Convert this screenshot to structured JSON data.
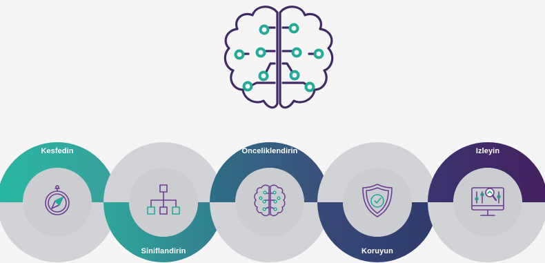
{
  "colors": {
    "background": "#f5f5f6",
    "ring_gray": "#d1d3d6",
    "inner_gray": "#cbcdd0",
    "brain_outline": "#3f2a63",
    "brain_node": "#22ab96",
    "icon_purple": "#6b3c8f",
    "icon_teal": "#22ab96",
    "label_text": "#ffffff"
  },
  "hero": {
    "icon": "brain-circuit-icon"
  },
  "steps": [
    {
      "label": "Kesfedin",
      "label_position": "top",
      "arc_from": "#27b7a1",
      "arc_to": "#3a9f9b",
      "icon": "compass-icon"
    },
    {
      "label": "Siniflandirin",
      "label_position": "bottom",
      "arc_from": "#2fa79b",
      "arc_to": "#327c8e",
      "icon": "hierarchy-icon"
    },
    {
      "label": "Önceliklendirin",
      "label_position": "top",
      "arc_from": "#2d6f86",
      "arc_to": "#3c4d7b",
      "icon": "brain-circuit-icon"
    },
    {
      "label": "Koruyun",
      "label_position": "bottom",
      "arc_from": "#364878",
      "arc_to": "#2f3b6c",
      "icon": "shield-check-icon"
    },
    {
      "label": "Izleyin",
      "label_position": "top",
      "arc_from": "#3a3470",
      "arc_to": "#44205f",
      "icon": "monitor-analytics-icon"
    }
  ]
}
